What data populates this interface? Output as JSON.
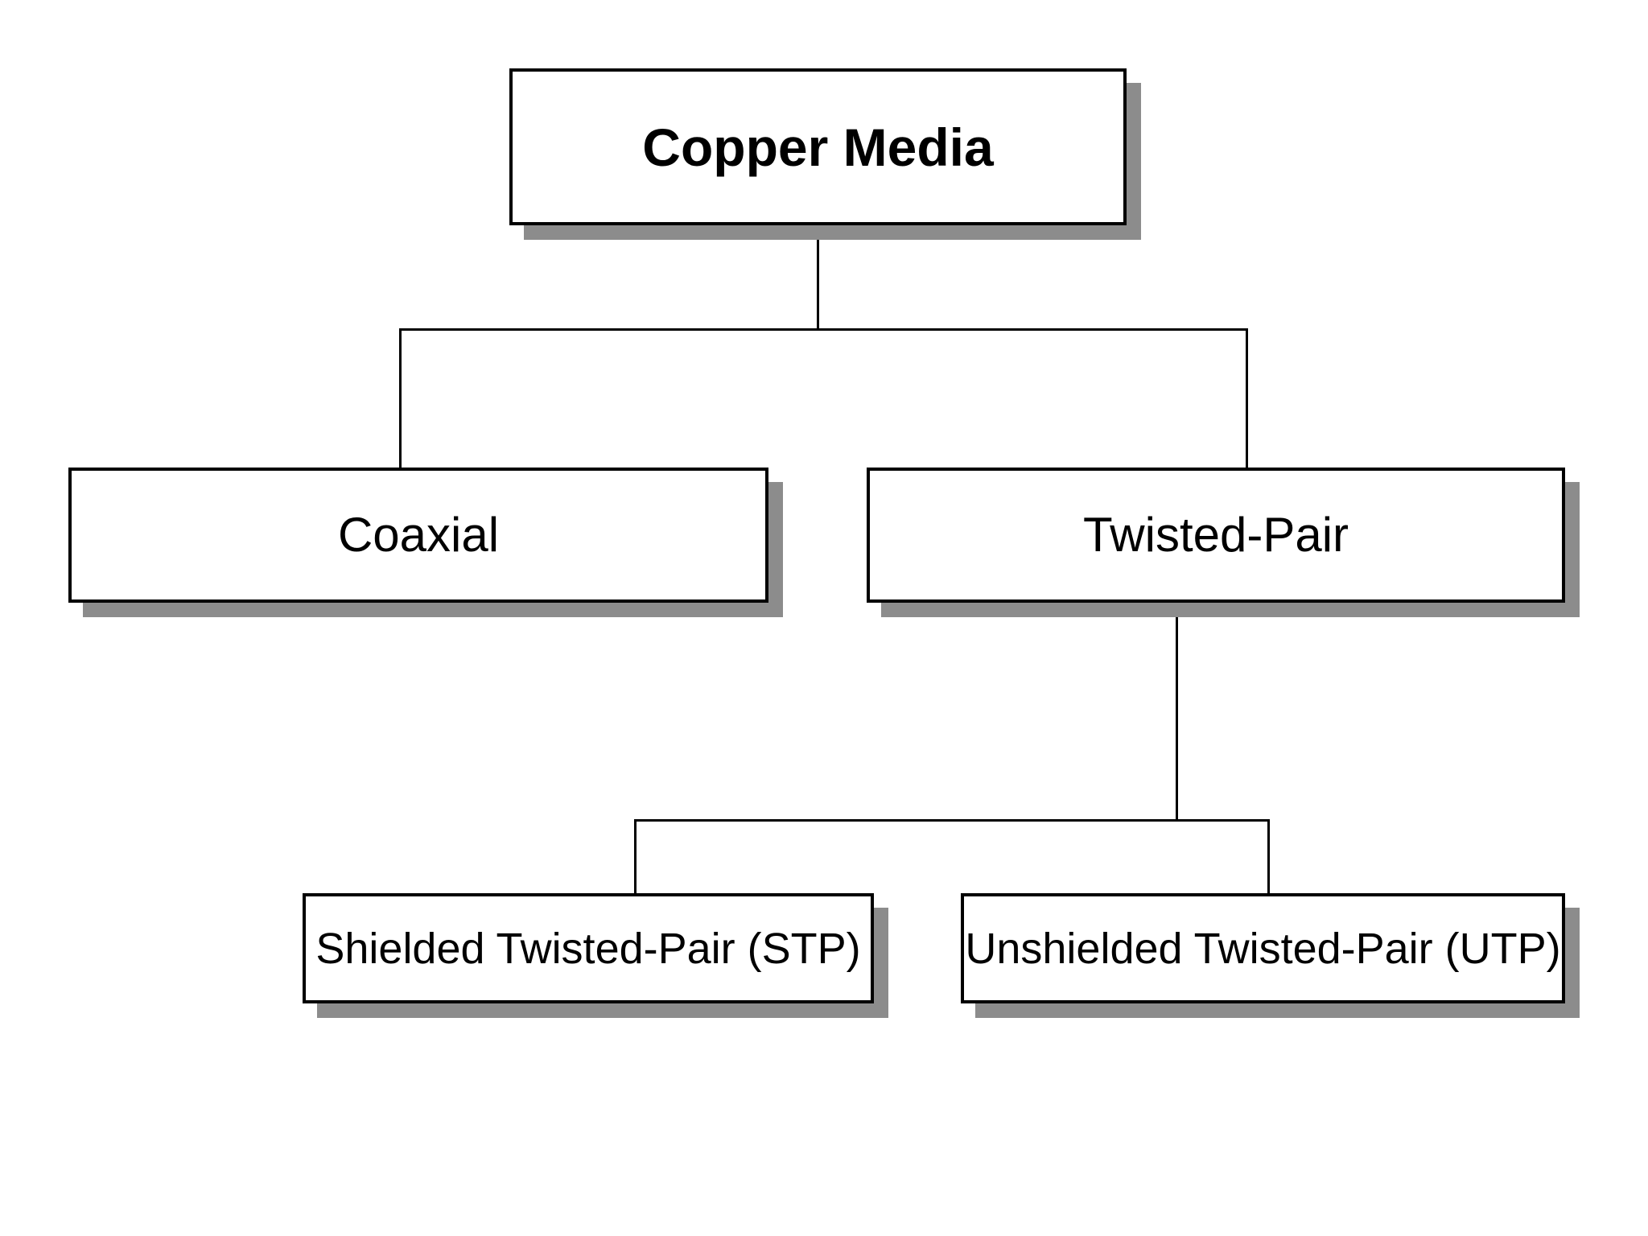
{
  "diagram": {
    "type": "hierarchy-tree",
    "colors": {
      "background": "#ffffff",
      "node_fill": "#ffffff",
      "node_border": "#000000",
      "node_shadow": "#8c8c8c",
      "text": "#000000",
      "connector": "#000000"
    },
    "nodes": [
      {
        "id": "copper-media",
        "label": "Copper Media",
        "level": 0
      },
      {
        "id": "coaxial",
        "label": "Coaxial",
        "level": 1
      },
      {
        "id": "twisted-pair",
        "label": "Twisted-Pair",
        "level": 1
      },
      {
        "id": "stp",
        "label": "Shielded Twisted-Pair (STP)",
        "level": 2
      },
      {
        "id": "utp",
        "label": "Unshielded Twisted-Pair (UTP)",
        "level": 2
      }
    ],
    "edges": [
      {
        "from": "copper-media",
        "to": "coaxial"
      },
      {
        "from": "copper-media",
        "to": "twisted-pair"
      },
      {
        "from": "twisted-pair",
        "to": "stp"
      },
      {
        "from": "twisted-pair",
        "to": "utp"
      }
    ]
  }
}
